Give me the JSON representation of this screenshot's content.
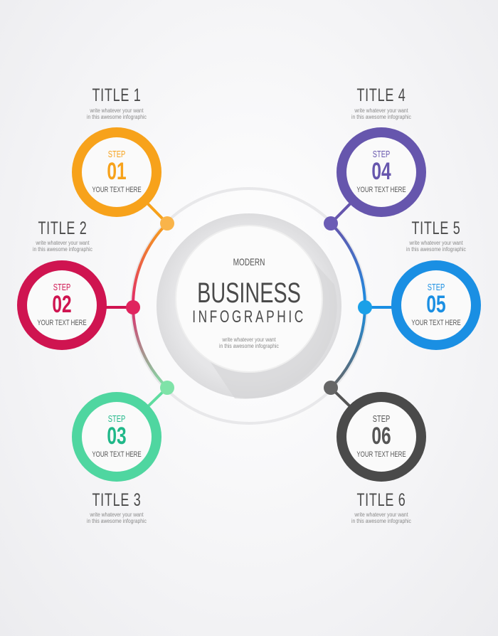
{
  "center": {
    "kicker": "MODERN",
    "title": "BUSINESS",
    "subtitle": "INFOGRAPHIC",
    "desc_1": "write whatever your want",
    "desc_2": "in this awesome infographic"
  },
  "steps": [
    {
      "title": "TITLE 1",
      "desc_1": "write whatever your want",
      "desc_2": "in this awesome infographic",
      "step": "STEP",
      "number": "01",
      "text": "YOUR TEXT HERE",
      "color": "#f7a21b"
    },
    {
      "title": "TITLE 2",
      "desc_1": "write whatever your want",
      "desc_2": "in this awesome infographic",
      "step": "STEP",
      "number": "02",
      "text": "YOUR TEXT HERE",
      "color": "#cf1450"
    },
    {
      "title": "TITLE 3",
      "desc_1": "write whatever your want",
      "desc_2": "in this awesome infographic",
      "step": "STEP",
      "number": "03",
      "text": "YOUR TEXT HERE",
      "color": "#35c495"
    },
    {
      "title": "TITLE 4",
      "desc_1": "write whatever your want",
      "desc_2": "in this awesome infographic",
      "step": "STEP",
      "number": "04",
      "text": "YOUR TEXT HERE",
      "color": "#6656ad"
    },
    {
      "title": "TITLE 5",
      "desc_1": "write whatever your want",
      "desc_2": "in this awesome infographic",
      "step": "STEP",
      "number": "05",
      "text": "YOUR TEXT HERE",
      "color": "#1a8fe3"
    },
    {
      "title": "TITLE 6",
      "desc_1": "write whatever your want",
      "desc_2": "in this awesome infographic",
      "step": "STEP",
      "number": "06",
      "text": "YOUR TEXT HERE",
      "color": "#4a4a4a"
    }
  ]
}
